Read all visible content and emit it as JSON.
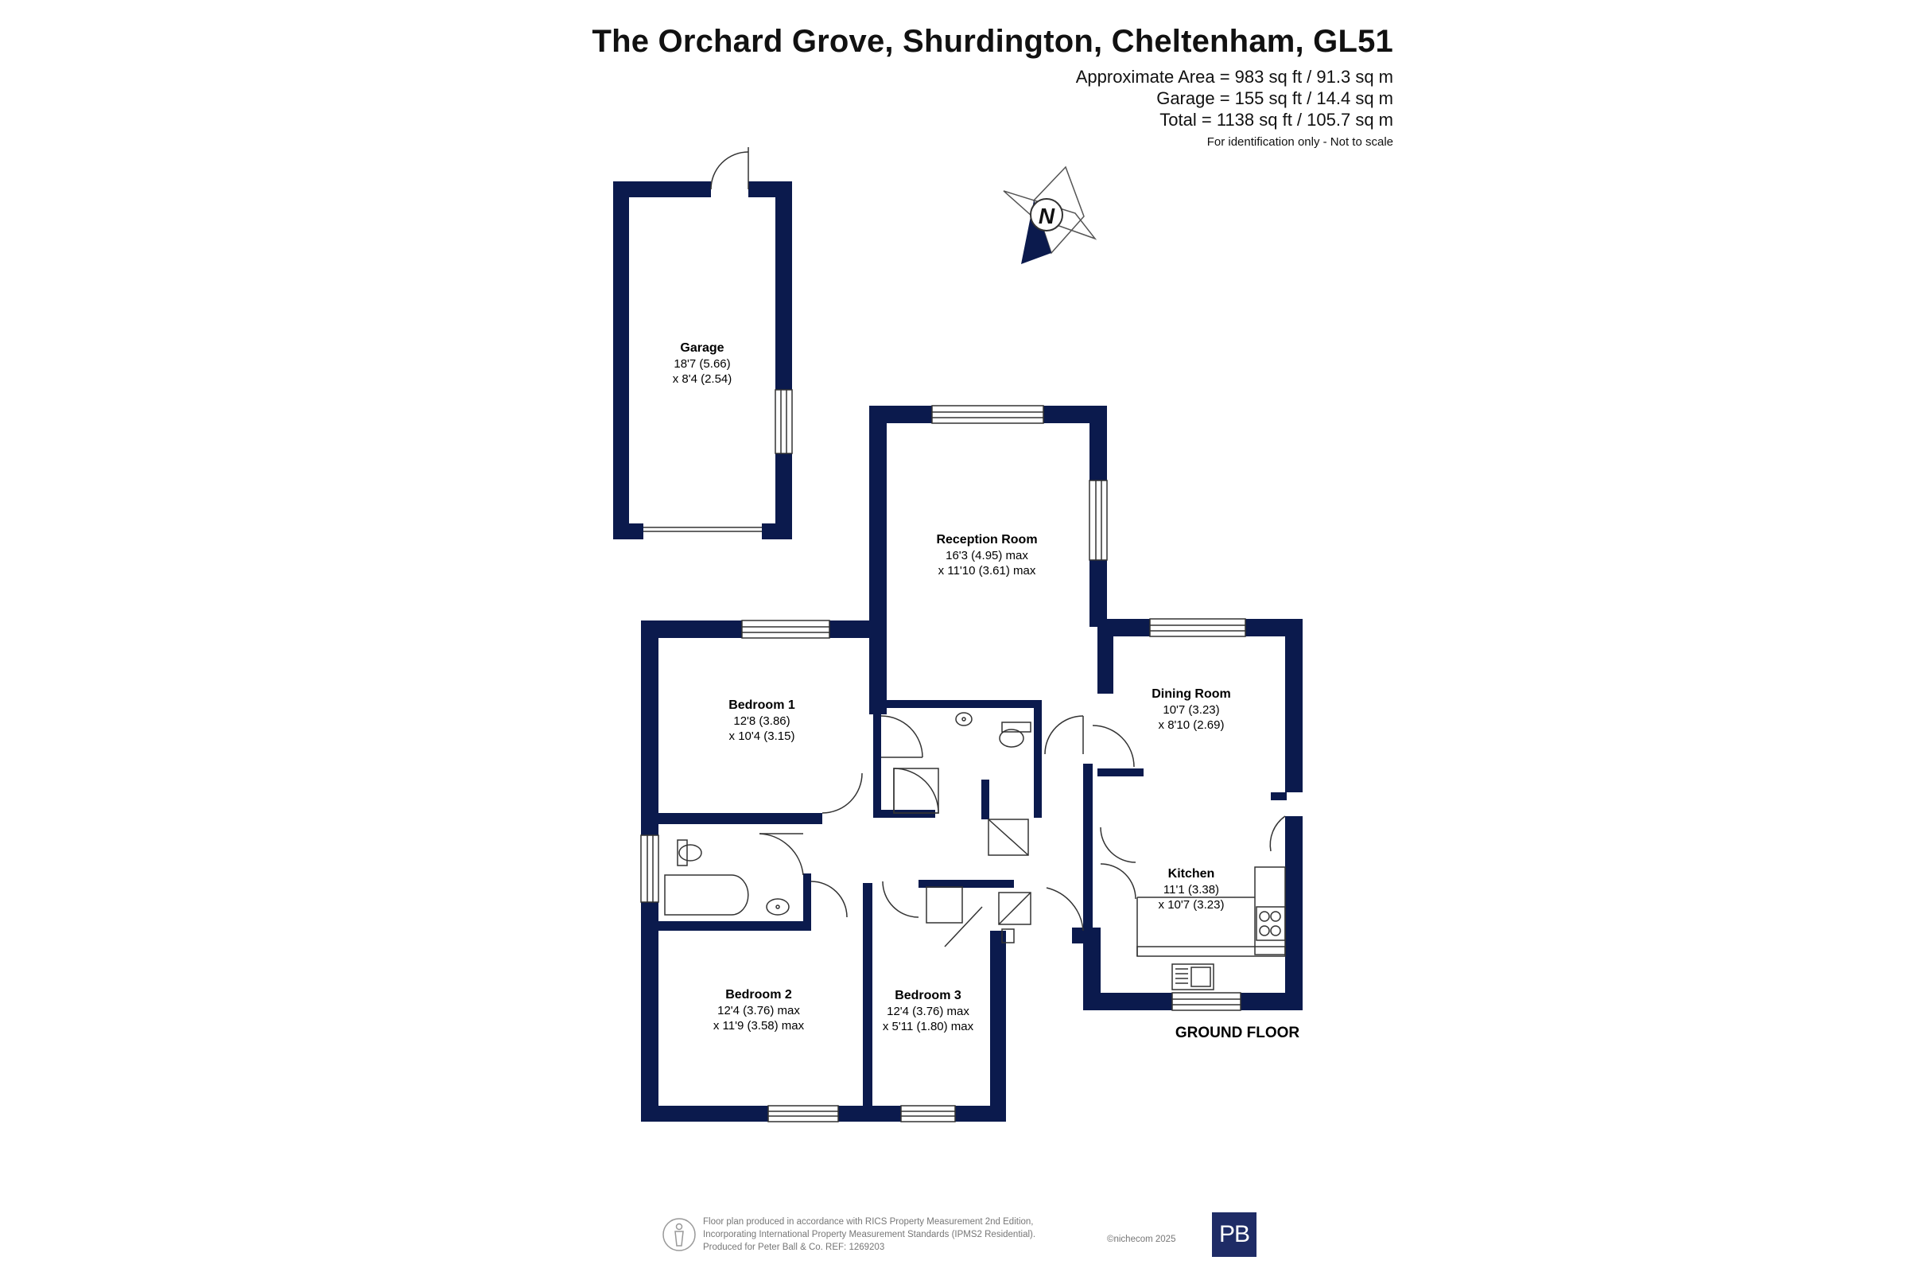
{
  "header": {
    "title": "The Orchard Grove, Shurdington, Cheltenham, GL51",
    "area_lines": [
      "Approximate Area = 983 sq ft / 91.3 sq m",
      "Garage = 155 sq ft / 14.4 sq m",
      "Total = 1138 sq ft / 105.7 sq m"
    ],
    "note": "For identification only - Not to scale"
  },
  "compass": {
    "label": "N"
  },
  "rooms": {
    "garage": {
      "name": "Garage",
      "dims": [
        "18'7 (5.66)",
        "x 8'4 (2.54)"
      ]
    },
    "reception": {
      "name": "Reception Room",
      "dims": [
        "16'3 (4.95) max",
        "x 11'10 (3.61) max"
      ]
    },
    "bedroom1": {
      "name": "Bedroom 1",
      "dims": [
        "12'8 (3.86)",
        "x 10'4 (3.15)"
      ]
    },
    "dining": {
      "name": "Dining Room",
      "dims": [
        "10'7 (3.23)",
        "x 8'10 (2.69)"
      ]
    },
    "kitchen": {
      "name": "Kitchen",
      "dims": [
        "11'1 (3.38)",
        "x 10'7 (3.23)"
      ]
    },
    "bedroom2": {
      "name": "Bedroom 2",
      "dims": [
        "12'4 (3.76) max",
        "x 11'9 (3.58) max"
      ]
    },
    "bedroom3": {
      "name": "Bedroom 3",
      "dims": [
        "12'4 (3.76) max",
        "x 5'11 (1.80) max"
      ]
    }
  },
  "floor_label": "GROUND FLOOR",
  "footer": {
    "lines": [
      "Floor plan produced in accordance with RICS Property Measurement 2nd Edition,",
      "Incorporating International Property Measurement Standards (IPMS2 Residential).",
      "Produced for Peter Ball & Co.    REF: 1269203"
    ],
    "copyright": "©nichecom 2025",
    "logo": "PB"
  },
  "colors": {
    "wall": "#0b1a4d",
    "logo_bg": "#1f2c66"
  }
}
